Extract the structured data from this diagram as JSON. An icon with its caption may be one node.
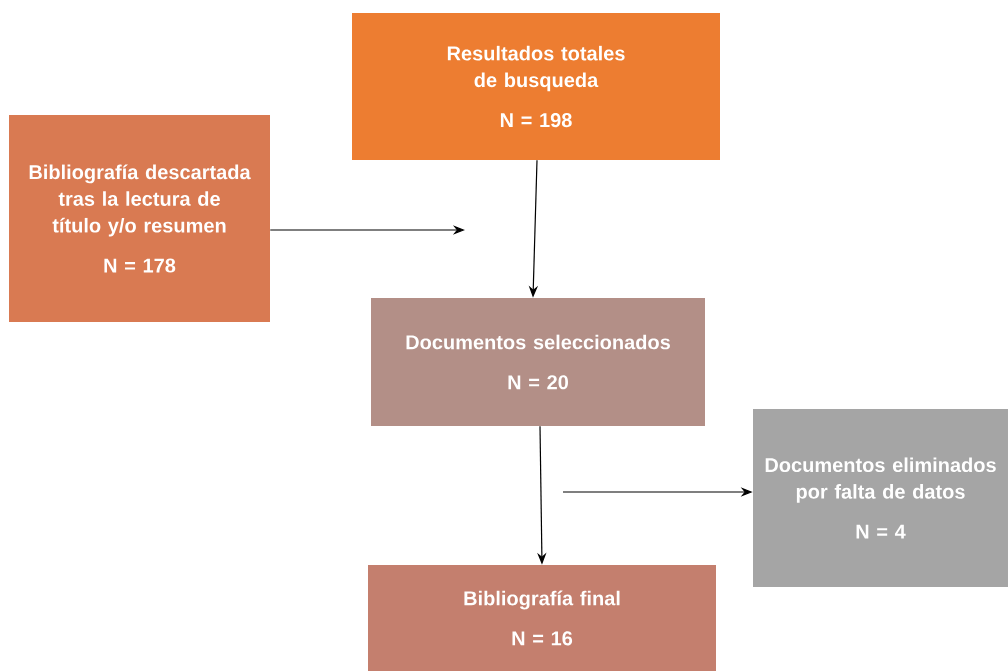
{
  "diagram": {
    "nodes": [
      {
        "text": [
          "Resultados totales de busqueda",
          "N = 198"
        ]
      },
      {
        "text": [
          "Bibliografía descartada tras la lectura de título y/o resumen",
          "N = 178"
        ]
      },
      {
        "text": [
          "Documentos seleccionados",
          "N = 20"
        ]
      },
      {
        "text": [
          "Documentos eliminados por falta de datos",
          "N = 4"
        ]
      },
      {
        "text": [
          "Bibliografía final",
          "N = 16"
        ]
      }
    ],
    "edges": [
      {
        "from": 0,
        "to": 2,
        "arrow": "to"
      },
      {
        "from": 1,
        "to": null,
        "arrow": "to"
      },
      {
        "from": 2,
        "to": 4,
        "arrow": "to"
      },
      {
        "from": null,
        "to": 3,
        "arrow": "to"
      }
    ]
  }
}
